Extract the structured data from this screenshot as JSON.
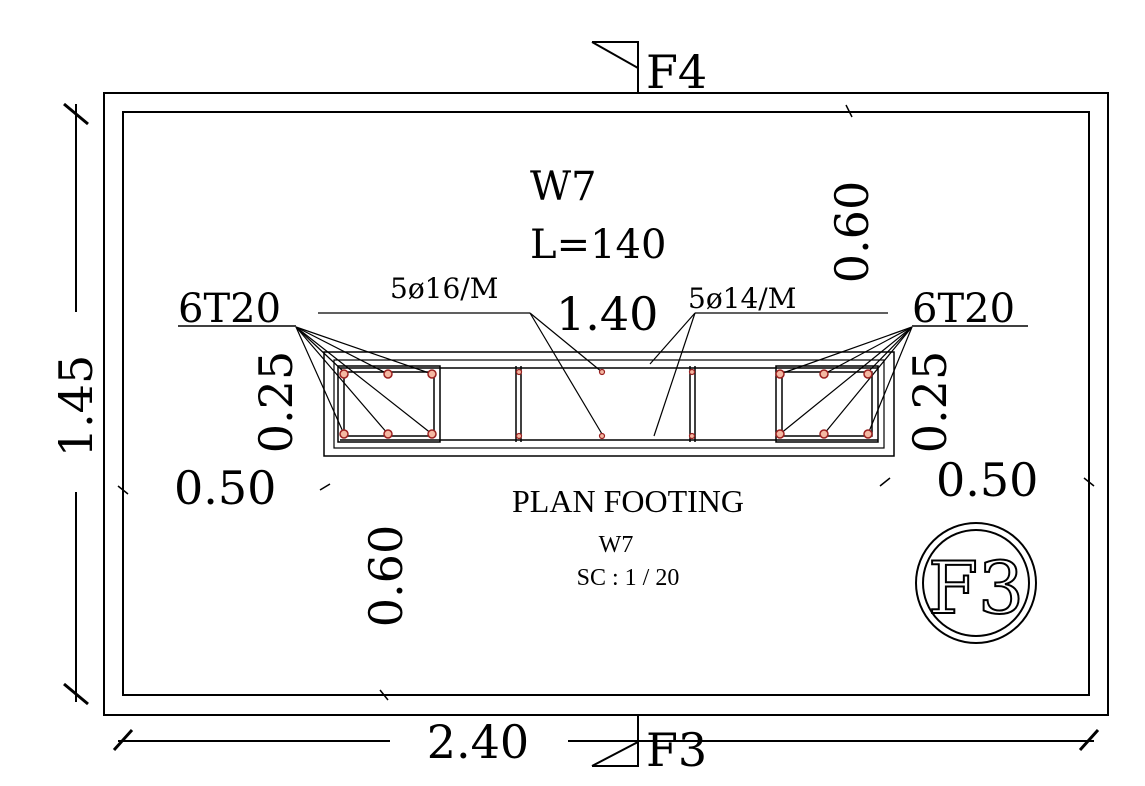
{
  "sections": {
    "top": "F4",
    "bottom": "F3"
  },
  "footing": {
    "width": "2.40",
    "length": "1.45",
    "offset_top": "0.60",
    "offset_bottom": "0.60",
    "offset_left": "0.50",
    "offset_right": "0.50"
  },
  "wall": {
    "name": "W7",
    "length_label": "L=140",
    "width": "1.40",
    "thickness_left": "0.25",
    "thickness_right": "0.25"
  },
  "rebar": {
    "left_corner": "6T20",
    "right_corner": "6T20",
    "bars_a": "5ø16/M",
    "bars_b": "5ø14/M"
  },
  "caption": {
    "title": "PLAN FOOTING",
    "ref": "W7",
    "scale": "SC  : 1 / 20"
  },
  "detail_mark": "F3",
  "colors": {
    "line": "#000000",
    "rebar_fill": "#f4b8a2",
    "rebar_stroke": "#9a2020"
  }
}
